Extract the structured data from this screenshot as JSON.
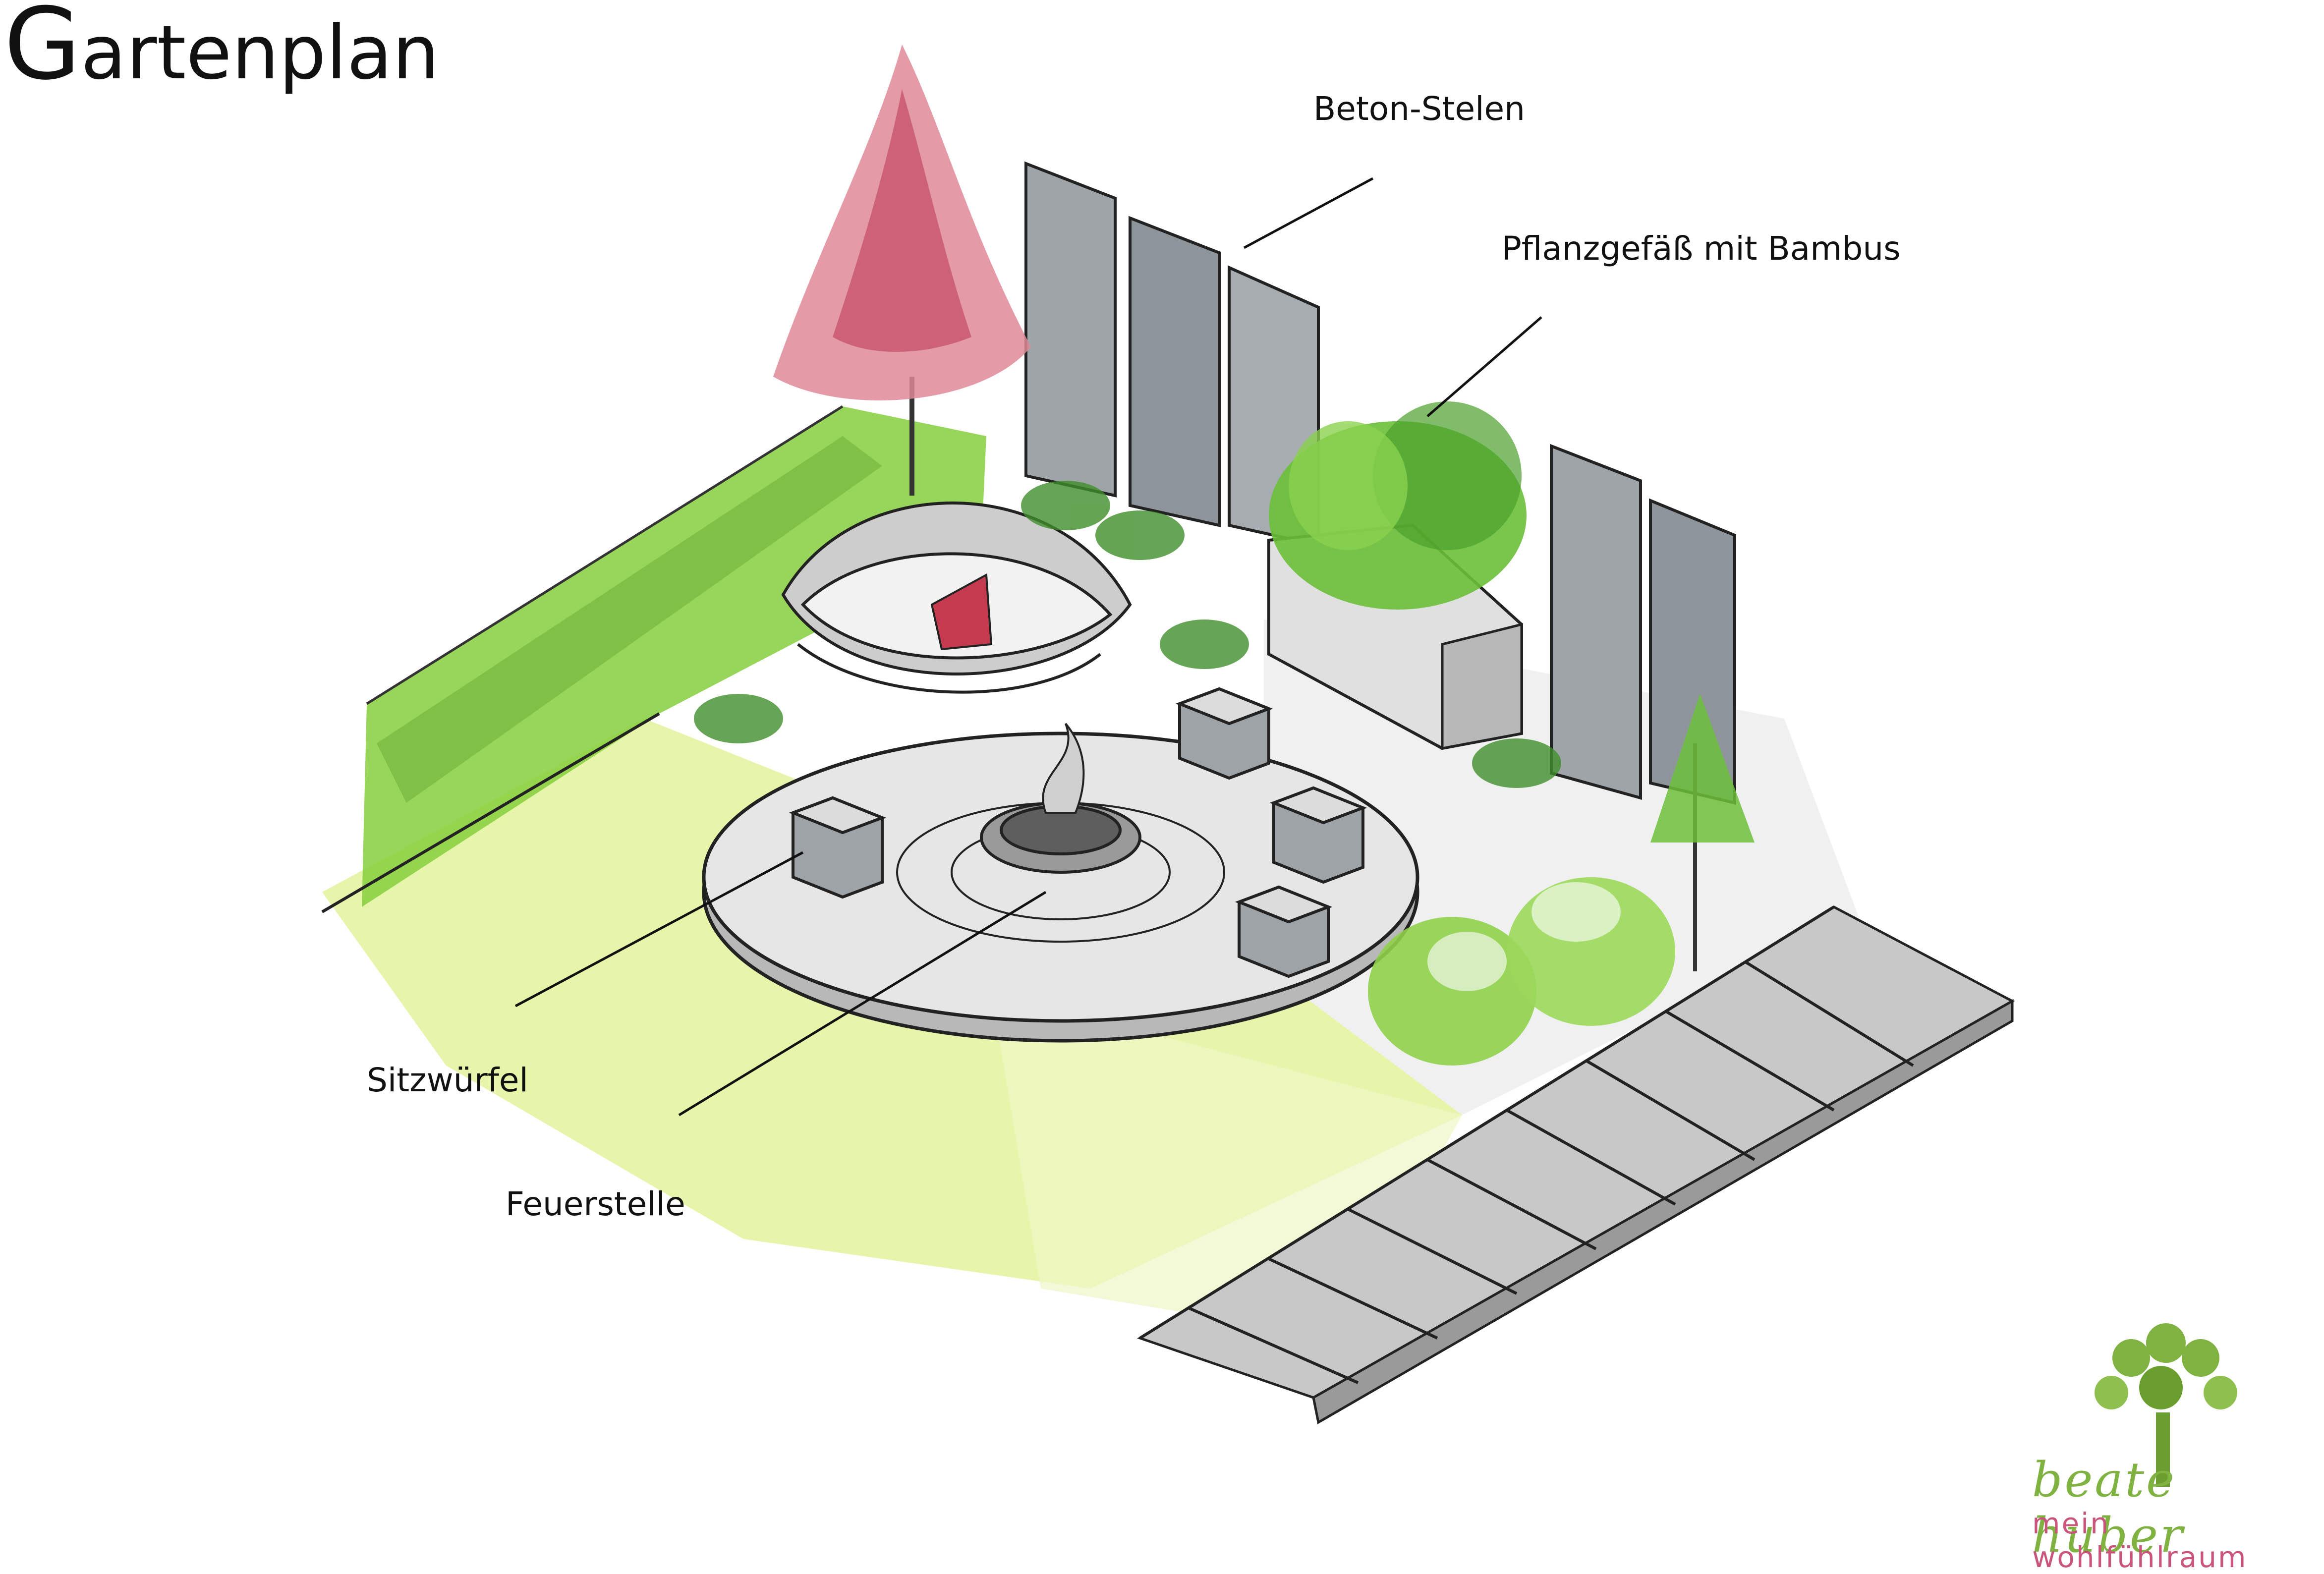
{
  "title": {
    "first": "G",
    "rest": "artenplan"
  },
  "labels": {
    "beton_stelen": "Beton-Stelen",
    "pflanzgefaess": "Pflanzgefäß mit Bambus",
    "sitzwuerfel": "Sitzwürfel",
    "feuerstelle": "Feuerstelle"
  },
  "logo": {
    "name": "beate huber",
    "tagline": "mein wohlfühlraum",
    "name_color": "#7fb241",
    "tagline_color": "#c9557b"
  },
  "colors": {
    "lawn": "#d9f08a",
    "hedge": "#7cc43a",
    "stone": "#bfbfbf",
    "tree_red": "#d4687c",
    "bamboo": "#5aa832"
  }
}
